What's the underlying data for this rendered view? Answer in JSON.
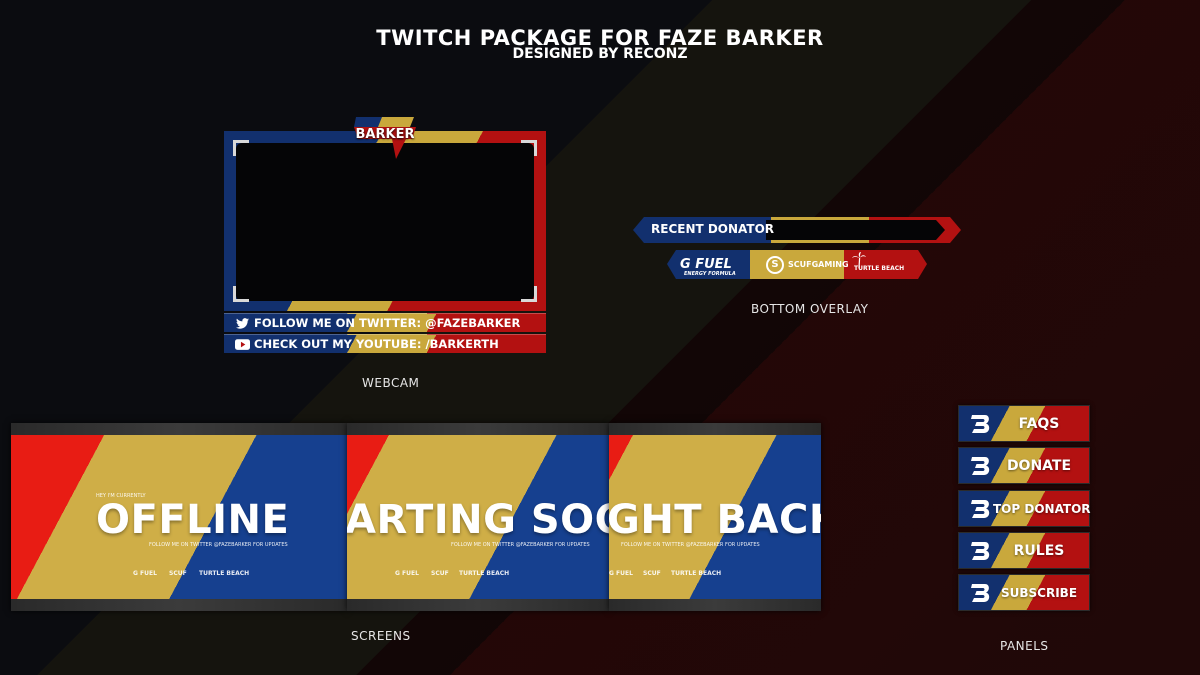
{
  "header": {
    "title": "TWITCH PACKAGE FOR FAZE BARKER",
    "subtitle": "DESIGNED BY RECONZ"
  },
  "webcam": {
    "badge": "BARKER",
    "twitter": "FOLLOW ME ON TWITTER: @FAZEBARKER",
    "youtube": "CHECK OUT MY YOUTUBE: /BARKERTH",
    "caption": "WEBCAM"
  },
  "overlay": {
    "donator_label": "RECENT DONATOR",
    "sponsor_gfuel": "G FUEL",
    "sponsor_gfuel_sub": "ENERGY FORMULA",
    "sponsor_scuf": "SCUFGAMING",
    "sponsor_turtle": "TURTLE BEACH",
    "caption": "BOTTOM OVERLAY"
  },
  "screens": {
    "items": [
      {
        "title": "OFFLINE",
        "kicker": "HEY I'M CURRENTLY",
        "footer": "FOLLOW ME ON TWITTER @FAZEBARKER FOR UPDATES"
      },
      {
        "title": "ARTING SOON",
        "footer": "FOLLOW ME ON TWITTER @FAZEBARKER FOR UPDATES"
      },
      {
        "title": "GHT BACK",
        "footer": "FOLLOW ME ON TWITTER @FAZEBARKER FOR UPDATES"
      }
    ],
    "logo_gfuel": "G FUEL",
    "logo_scuf": "SCUF",
    "logo_turtle": "TURTLE BEACH",
    "caption": "SCREENS"
  },
  "panels": {
    "items": [
      "FAQS",
      "DONATE",
      "TOP DONATOR",
      "RULES",
      "SUBSCRIBE"
    ],
    "caption": "PANELS"
  },
  "colors": {
    "blue": "#12306e",
    "gold": "#c9a83c",
    "red": "#b31111",
    "screen_red": "#e81c14",
    "screen_blue": "#16408f"
  }
}
